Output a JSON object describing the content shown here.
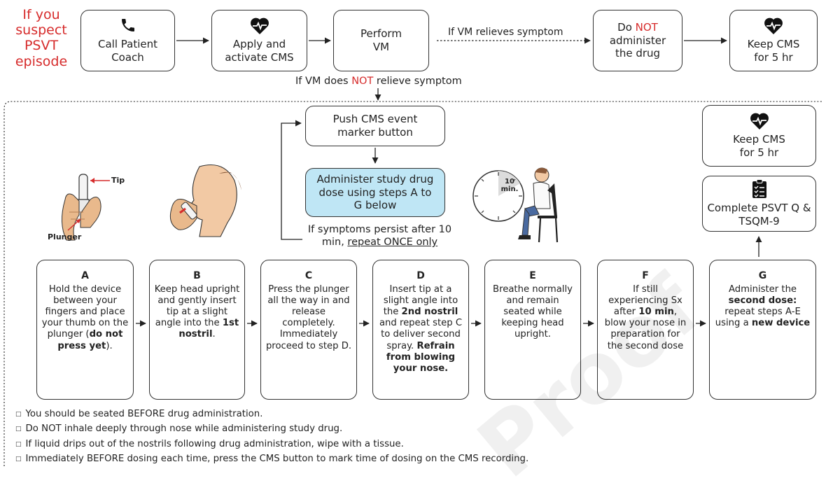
{
  "trigger": {
    "text": "If you suspect PSVT episode",
    "color": "#d62b2b"
  },
  "top_flow": {
    "call": "Call Patient Coach",
    "apply": "Apply and activate CMS",
    "perform_vm": "Perform VM",
    "vm_relieves": "If VM relieves symptom",
    "do_not_administer": {
      "pre": "Do ",
      "not": "NOT",
      "post": " administer the drug"
    },
    "keep_cms": "Keep CMS for 5 hr"
  },
  "vm_not_relieve": {
    "pre": "If VM does ",
    "not": "NOT",
    "post": " relieve symptom"
  },
  "middle": {
    "push_marker": "Push CMS event marker button",
    "administer": "Administer study drug dose using steps A to G below",
    "administer_fill": "#bfe6f5",
    "persist_pre": "If symptoms persist after 10 min, ",
    "persist_link": "repeat ONCE only",
    "keep_cms_right": "Keep CMS for 5 hr",
    "complete_psvt": "Complete PSVT Q & TSQM-9",
    "tip_label": "Tip",
    "plunger_label": "Plunger",
    "timer_label": "10 min."
  },
  "steps": [
    {
      "letter": "A",
      "parts": [
        {
          "t": "Hold the device between your fingers and place your thumb on the plunger ("
        },
        {
          "t": "do not press yet",
          "b": true
        },
        {
          "t": ")."
        }
      ]
    },
    {
      "letter": "B",
      "parts": [
        {
          "t": "Keep head upright and gently insert tip at a slight angle into the "
        },
        {
          "t": "1st nostril",
          "b": true
        },
        {
          "t": "."
        }
      ]
    },
    {
      "letter": "C",
      "parts": [
        {
          "t": "Press the plunger all the way in and release completely. Immediately proceed to step D."
        }
      ]
    },
    {
      "letter": "D",
      "parts": [
        {
          "t": "Insert tip at a slight angle into the "
        },
        {
          "t": "2nd nostril",
          "b": true
        },
        {
          "t": " and repeat step C to deliver second spray. "
        },
        {
          "t": "Refrain from blowing your nose.",
          "b": true
        }
      ]
    },
    {
      "letter": "E",
      "parts": [
        {
          "t": "Breathe normally and remain seated while keeping head upright."
        }
      ]
    },
    {
      "letter": "F",
      "parts": [
        {
          "t": "If still experiencing Sx after "
        },
        {
          "t": "10 min",
          "b": true
        },
        {
          "t": ", blow your nose in preparation for the second dose"
        }
      ]
    },
    {
      "letter": "G",
      "parts": [
        {
          "t": "Administer the "
        },
        {
          "t": "second dose:",
          "b": true
        },
        {
          "t": " repeat steps A-E using a "
        },
        {
          "t": "new device",
          "b": true
        }
      ]
    }
  ],
  "notes": [
    "You should be seated BEFORE drug administration.",
    "Do NOT inhale deeply through nose while administering study drug.",
    "If liquid drips out of the nostrils following drug administration, wipe with a tissue.",
    "Immediately BEFORE dosing each time, press the CMS button to mark time of dosing on the CMS recording."
  ],
  "watermark": "Proof"
}
